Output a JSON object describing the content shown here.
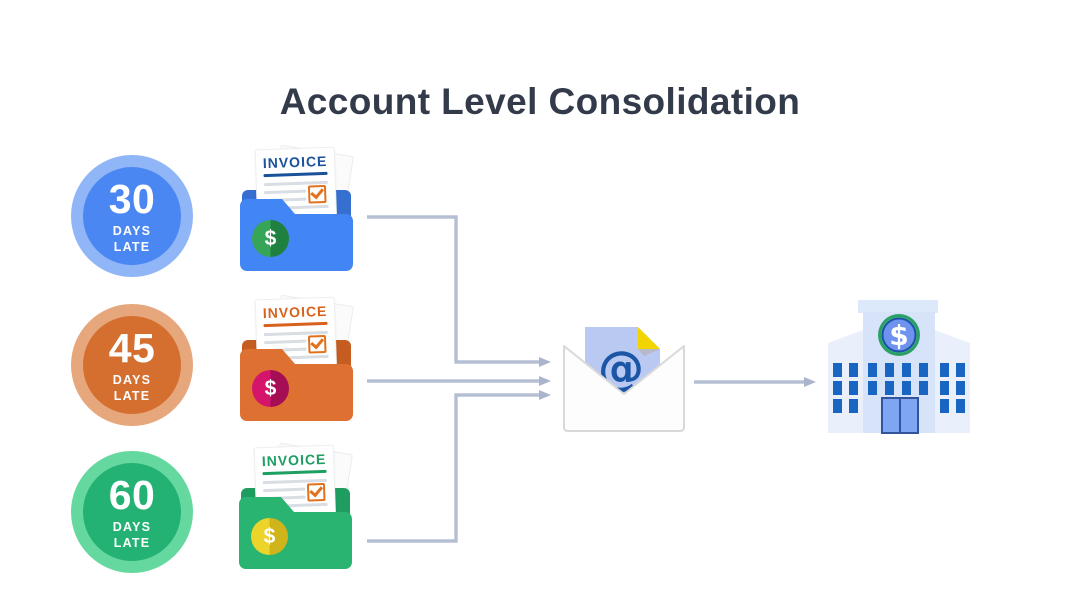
{
  "title": {
    "text": "Account Level Consolidation",
    "color": "#333b4b"
  },
  "rows": [
    {
      "badge": {
        "number": "30",
        "days_label": "DAYS",
        "late_label": "LATE",
        "outer_color": "#90b6f8",
        "inner_color": "#4b87f3"
      },
      "folder": {
        "doc_label": "INVOICE",
        "accent_color": "#19529b",
        "folder_color": "#4285f4",
        "folder_back_color": "#356fd0",
        "coin_symbol": "$",
        "coin_color": "#36a557",
        "coin_dark_color": "#1f8040"
      }
    },
    {
      "badge": {
        "number": "45",
        "days_label": "DAYS",
        "late_label": "LATE",
        "outer_color": "#e7a77c",
        "inner_color": "#d56f30"
      },
      "folder": {
        "doc_label": "INVOICE",
        "accent_color": "#d8621d",
        "folder_color": "#de7031",
        "folder_back_color": "#c55c20",
        "coin_symbol": "$",
        "coin_color": "#d4156b",
        "coin_dark_color": "#a50d55"
      }
    },
    {
      "badge": {
        "number": "60",
        "days_label": "DAYS",
        "late_label": "LATE",
        "outer_color": "#65d89f",
        "inner_color": "#24b274"
      },
      "folder": {
        "doc_label": "INVOICE",
        "accent_color": "#1f9e61",
        "folder_color": "#29b471",
        "folder_back_color": "#1f9c5f",
        "coin_symbol": "$",
        "coin_color": "#ecd42b",
        "coin_dark_color": "#cfb41c"
      }
    }
  ],
  "email_icon": {
    "at_symbol": "@",
    "at_color": "#1a55a6",
    "paper_color": "#b9c9f2",
    "fold_color": "#f2d400",
    "envelope_color": "#fdfdfd"
  },
  "bank_icon": {
    "dollar_symbol": "$",
    "tower_color": "#d6e3f8",
    "wing_color": "#eaf0fb",
    "window_color": "#1865c2",
    "door_color": "#7ea6f3",
    "ring_color": "#2aa066",
    "dollar_badge_color": "#6d93ee"
  },
  "connectors": {
    "color": "#b5bfd3"
  },
  "checkbox_color": "#e2711d"
}
